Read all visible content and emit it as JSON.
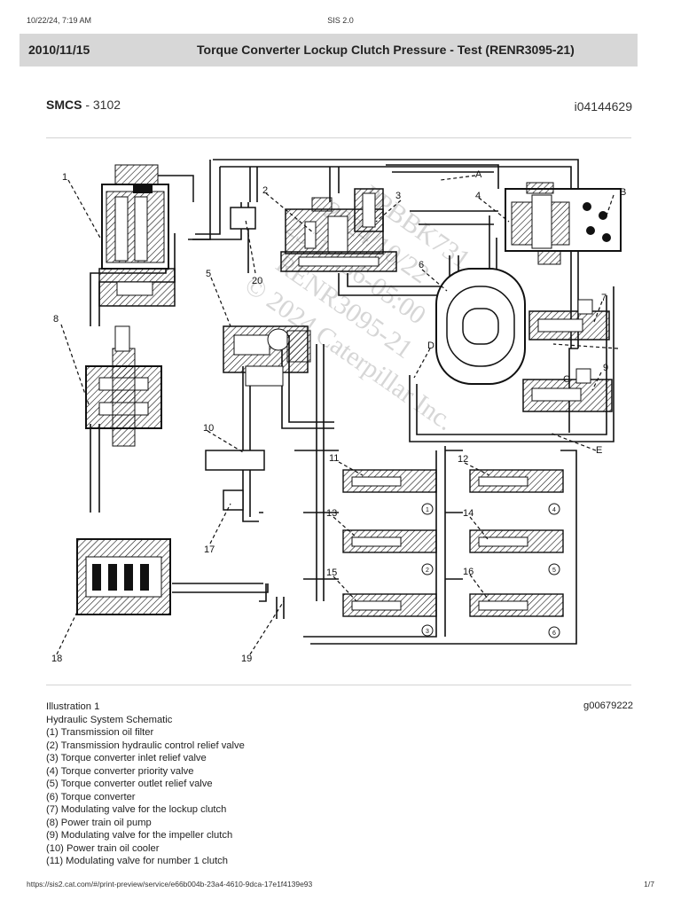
{
  "print_header": {
    "datetime": "10/22/24, 7:19 AM",
    "app_name": "SIS 2.0"
  },
  "title_bar": {
    "date": "2010/11/15",
    "title": "Torque Converter Lockup Clutch Pressure - Test (RENR3095-21)"
  },
  "smcs": {
    "label": "SMCS",
    "value": " - 3102"
  },
  "doc_id": "i04144629",
  "illustration": {
    "label": "Illustration 1",
    "figure_id": "g00679222",
    "title": "Hydraulic System Schematic",
    "callouts": [
      "1",
      "2",
      "3",
      "4",
      "5",
      "6",
      "7",
      "8",
      "9",
      "10",
      "11",
      "12",
      "13",
      "14",
      "15",
      "16",
      "17",
      "18",
      "19",
      "20"
    ],
    "letters": [
      "A",
      "B",
      "C",
      "D",
      "E"
    ],
    "circled": [
      "1",
      "2",
      "3",
      "4",
      "5",
      "6"
    ],
    "watermark": [
      "PPBBK731",
      "2024/10/22",
      "23:19:56-05:00",
      "RENR3095-21",
      "© 2024 Caterpillar Inc."
    ],
    "legend": [
      "(1) Transmission oil filter",
      "(2) Transmission hydraulic control relief valve",
      "(3) Torque converter inlet relief valve",
      "(4) Torque converter priority valve",
      "(5) Torque converter outlet relief valve",
      "(6) Torque converter",
      "(7) Modulating valve for the lockup clutch",
      "(8) Power train oil pump",
      "(9) Modulating valve for the impeller clutch",
      "(10) Power train oil cooler",
      "(11) Modulating valve for number 1 clutch"
    ]
  },
  "print_footer": {
    "url": "https://sis2.cat.com/#/print-preview/service/e66b004b-23a4-4610-9dca-17e1f4139e93",
    "page": "1/7"
  }
}
